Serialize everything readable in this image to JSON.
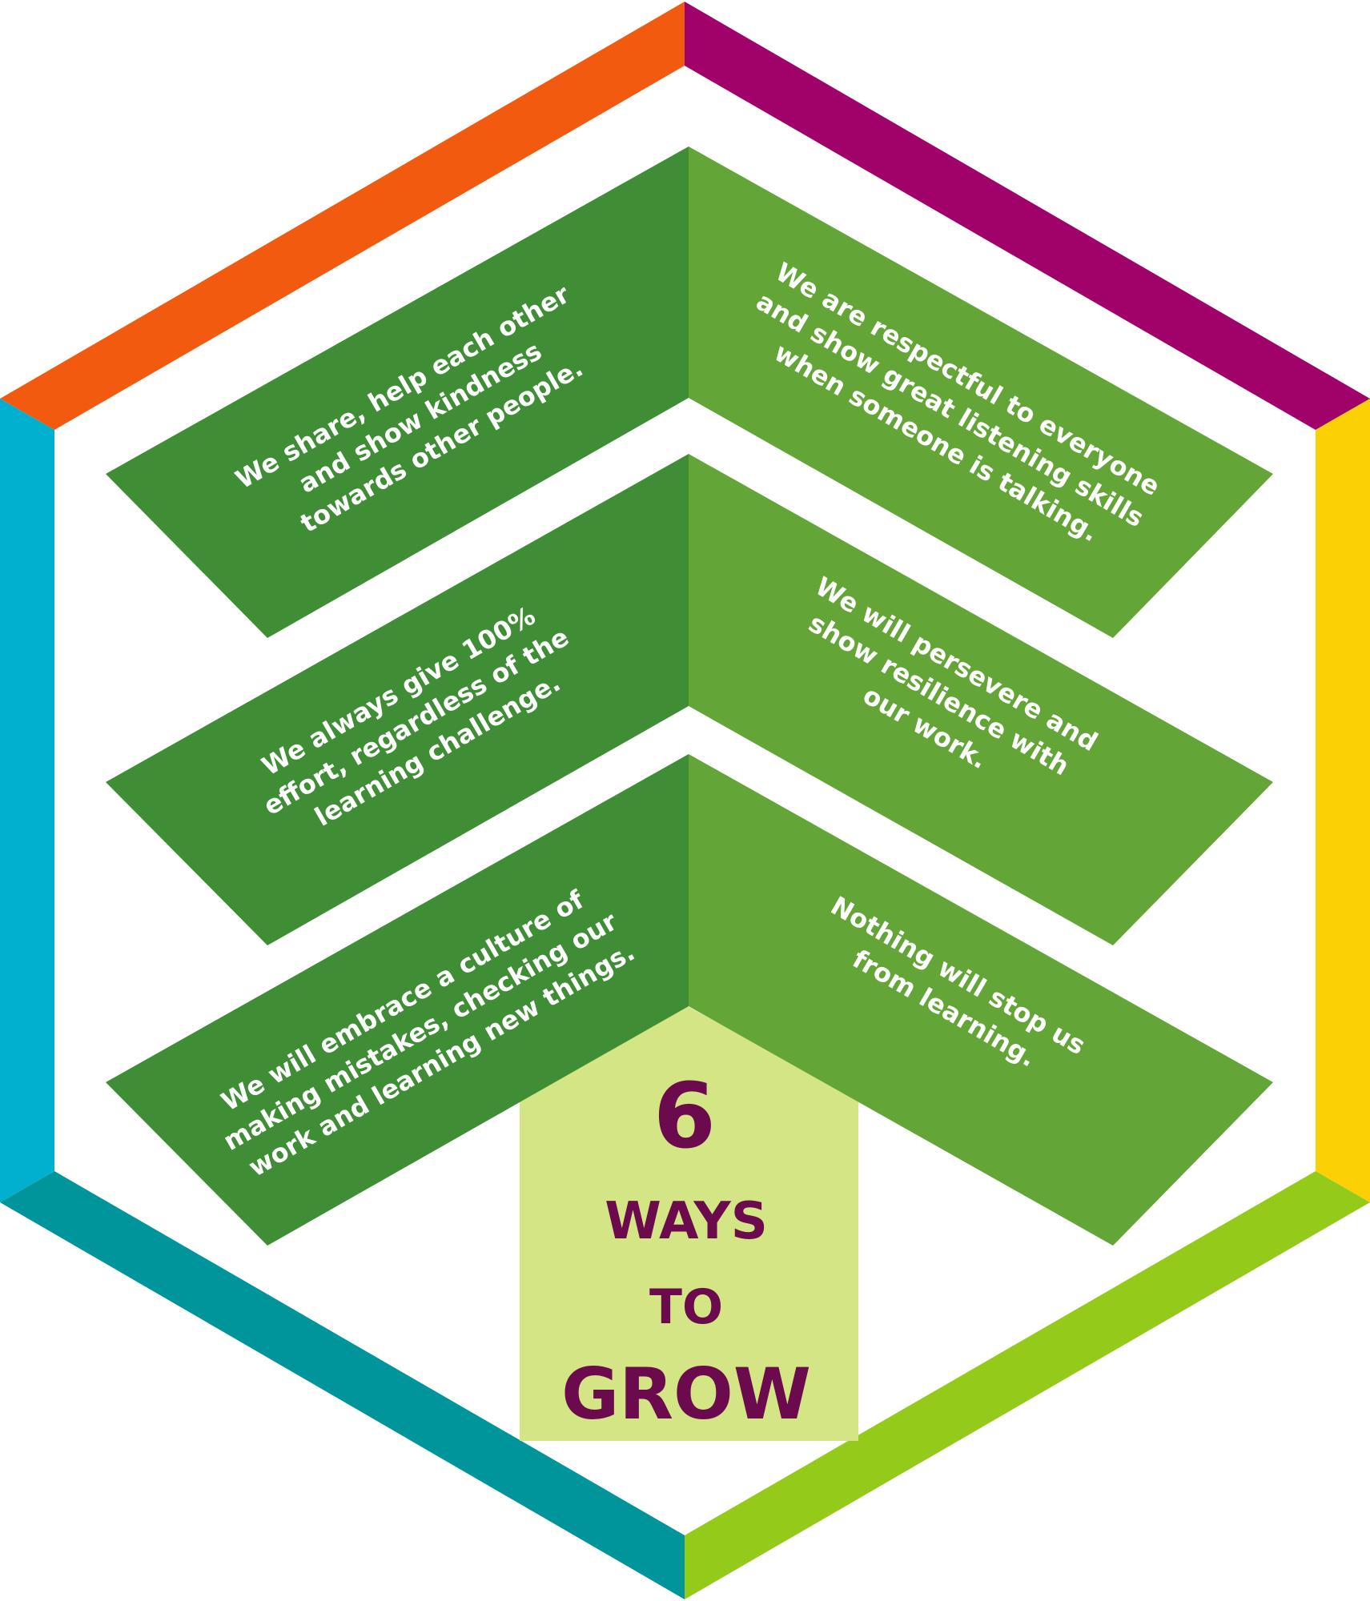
{
  "colors": {
    "top_left_edge": "#f25a10",
    "top_right_edge": "#a0026a",
    "right_edge": "#fbd004",
    "bottom_right_edge": "#94cb1b",
    "bottom_left_edge": "#00959a",
    "left_edge": "#01afce",
    "dark_green": "#3f8e36",
    "light_green": "#64a538",
    "pale_green": "#d3e585",
    "title": "#6b0a4d",
    "value_text": "#ffffff"
  },
  "title": {
    "number": "6",
    "line1": "WAYS",
    "line2": "TO",
    "line3": "GROW"
  },
  "values": [
    {
      "side": "left",
      "lines": [
        "We share, help each other",
        "and show kindness",
        "towards other people."
      ]
    },
    {
      "side": "right",
      "lines": [
        "We are respectful to everyone",
        "and show great listening skills",
        "when someone is talking."
      ]
    },
    {
      "side": "left",
      "lines": [
        "We always give 100%",
        "effort, regardless of the",
        "learning challenge."
      ]
    },
    {
      "side": "right",
      "lines": [
        "We will persevere and",
        "show resilience with",
        "our work."
      ]
    },
    {
      "side": "left",
      "lines": [
        "We will embrace a culture of",
        "making mistakes, checking our",
        "work and learning new things."
      ]
    },
    {
      "side": "right",
      "lines": [
        "Nothing will stop us",
        "from learning."
      ]
    }
  ]
}
